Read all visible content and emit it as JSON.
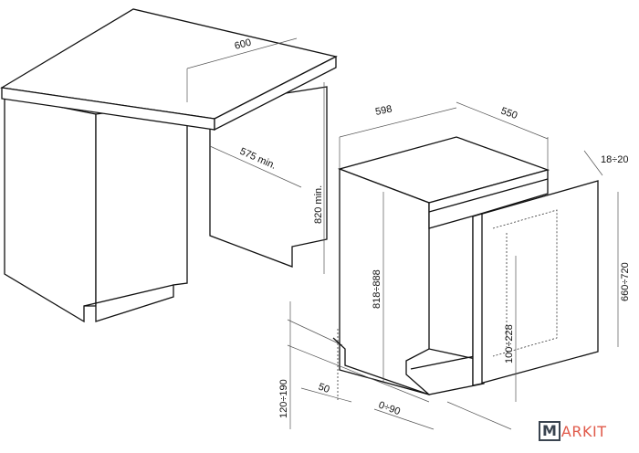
{
  "diagram": {
    "dimensions": {
      "counter_width": "600",
      "niche_depth": "575 min.",
      "niche_height": "820 min.",
      "appliance_width": "598",
      "appliance_depth": "550",
      "panel_thickness": "18÷20",
      "appliance_height": "818÷888",
      "panel_height": "660÷720",
      "panel_offset": "100÷228",
      "plinth_height": "120÷190",
      "plinth_depth": "50",
      "door_gap": "0÷90"
    },
    "logo": {
      "boxed": "M",
      "rest": "ARKIT"
    }
  }
}
